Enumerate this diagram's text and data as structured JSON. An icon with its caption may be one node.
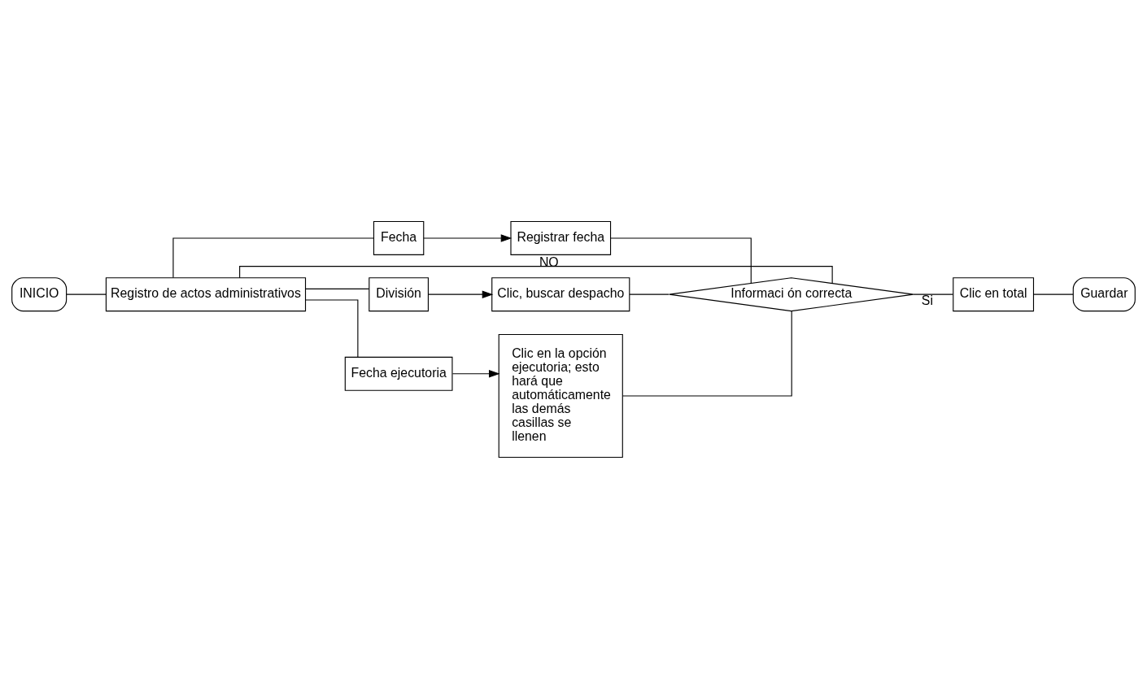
{
  "diagram": {
    "nodes": [
      {
        "text": [
          "INICIO"
        ]
      },
      {
        "text": [
          "Registro de actos administrativos"
        ]
      },
      {
        "text": [
          "Fecha"
        ]
      },
      {
        "text": [
          "Registrar fecha"
        ]
      },
      {
        "text": [
          "División"
        ]
      },
      {
        "text": [
          "Clic, buscar despacho"
        ]
      },
      {
        "text": [
          "Fecha ejecutoria"
        ]
      },
      {
        "text": [
          "Clic en la opción ejecutoria; esto hará que automáticamente las demás casillas se llenen"
        ]
      },
      {
        "text": [
          "Informaci ón correcta"
        ]
      },
      {
        "text": [
          "Clic en total"
        ]
      },
      {
        "text": [
          "Guardar"
        ]
      }
    ],
    "edges": [
      {
        "from": 0,
        "to": 1,
        "arrow": "none"
      },
      {
        "from": 1,
        "to": 2,
        "arrow": "none"
      },
      {
        "from": 1,
        "to": 4,
        "arrow": "none"
      },
      {
        "from": 1,
        "to": 6,
        "arrow": "none"
      },
      {
        "from": 2,
        "to": 3,
        "arrow": "to"
      },
      {
        "from": 4,
        "to": 5,
        "arrow": "to"
      },
      {
        "from": 6,
        "to": 7,
        "arrow": "to"
      },
      {
        "from": 3,
        "to": 8,
        "arrow": "none"
      },
      {
        "from": 5,
        "to": 8,
        "arrow": "none"
      },
      {
        "from": 7,
        "to": 8,
        "arrow": "none"
      },
      {
        "from": 8,
        "to": 1,
        "arrow": "none",
        "label": "NO"
      },
      {
        "from": 8,
        "to": 9,
        "arrow": "none",
        "label": "Si"
      },
      {
        "from": 9,
        "to": 10,
        "arrow": "none"
      }
    ]
  }
}
